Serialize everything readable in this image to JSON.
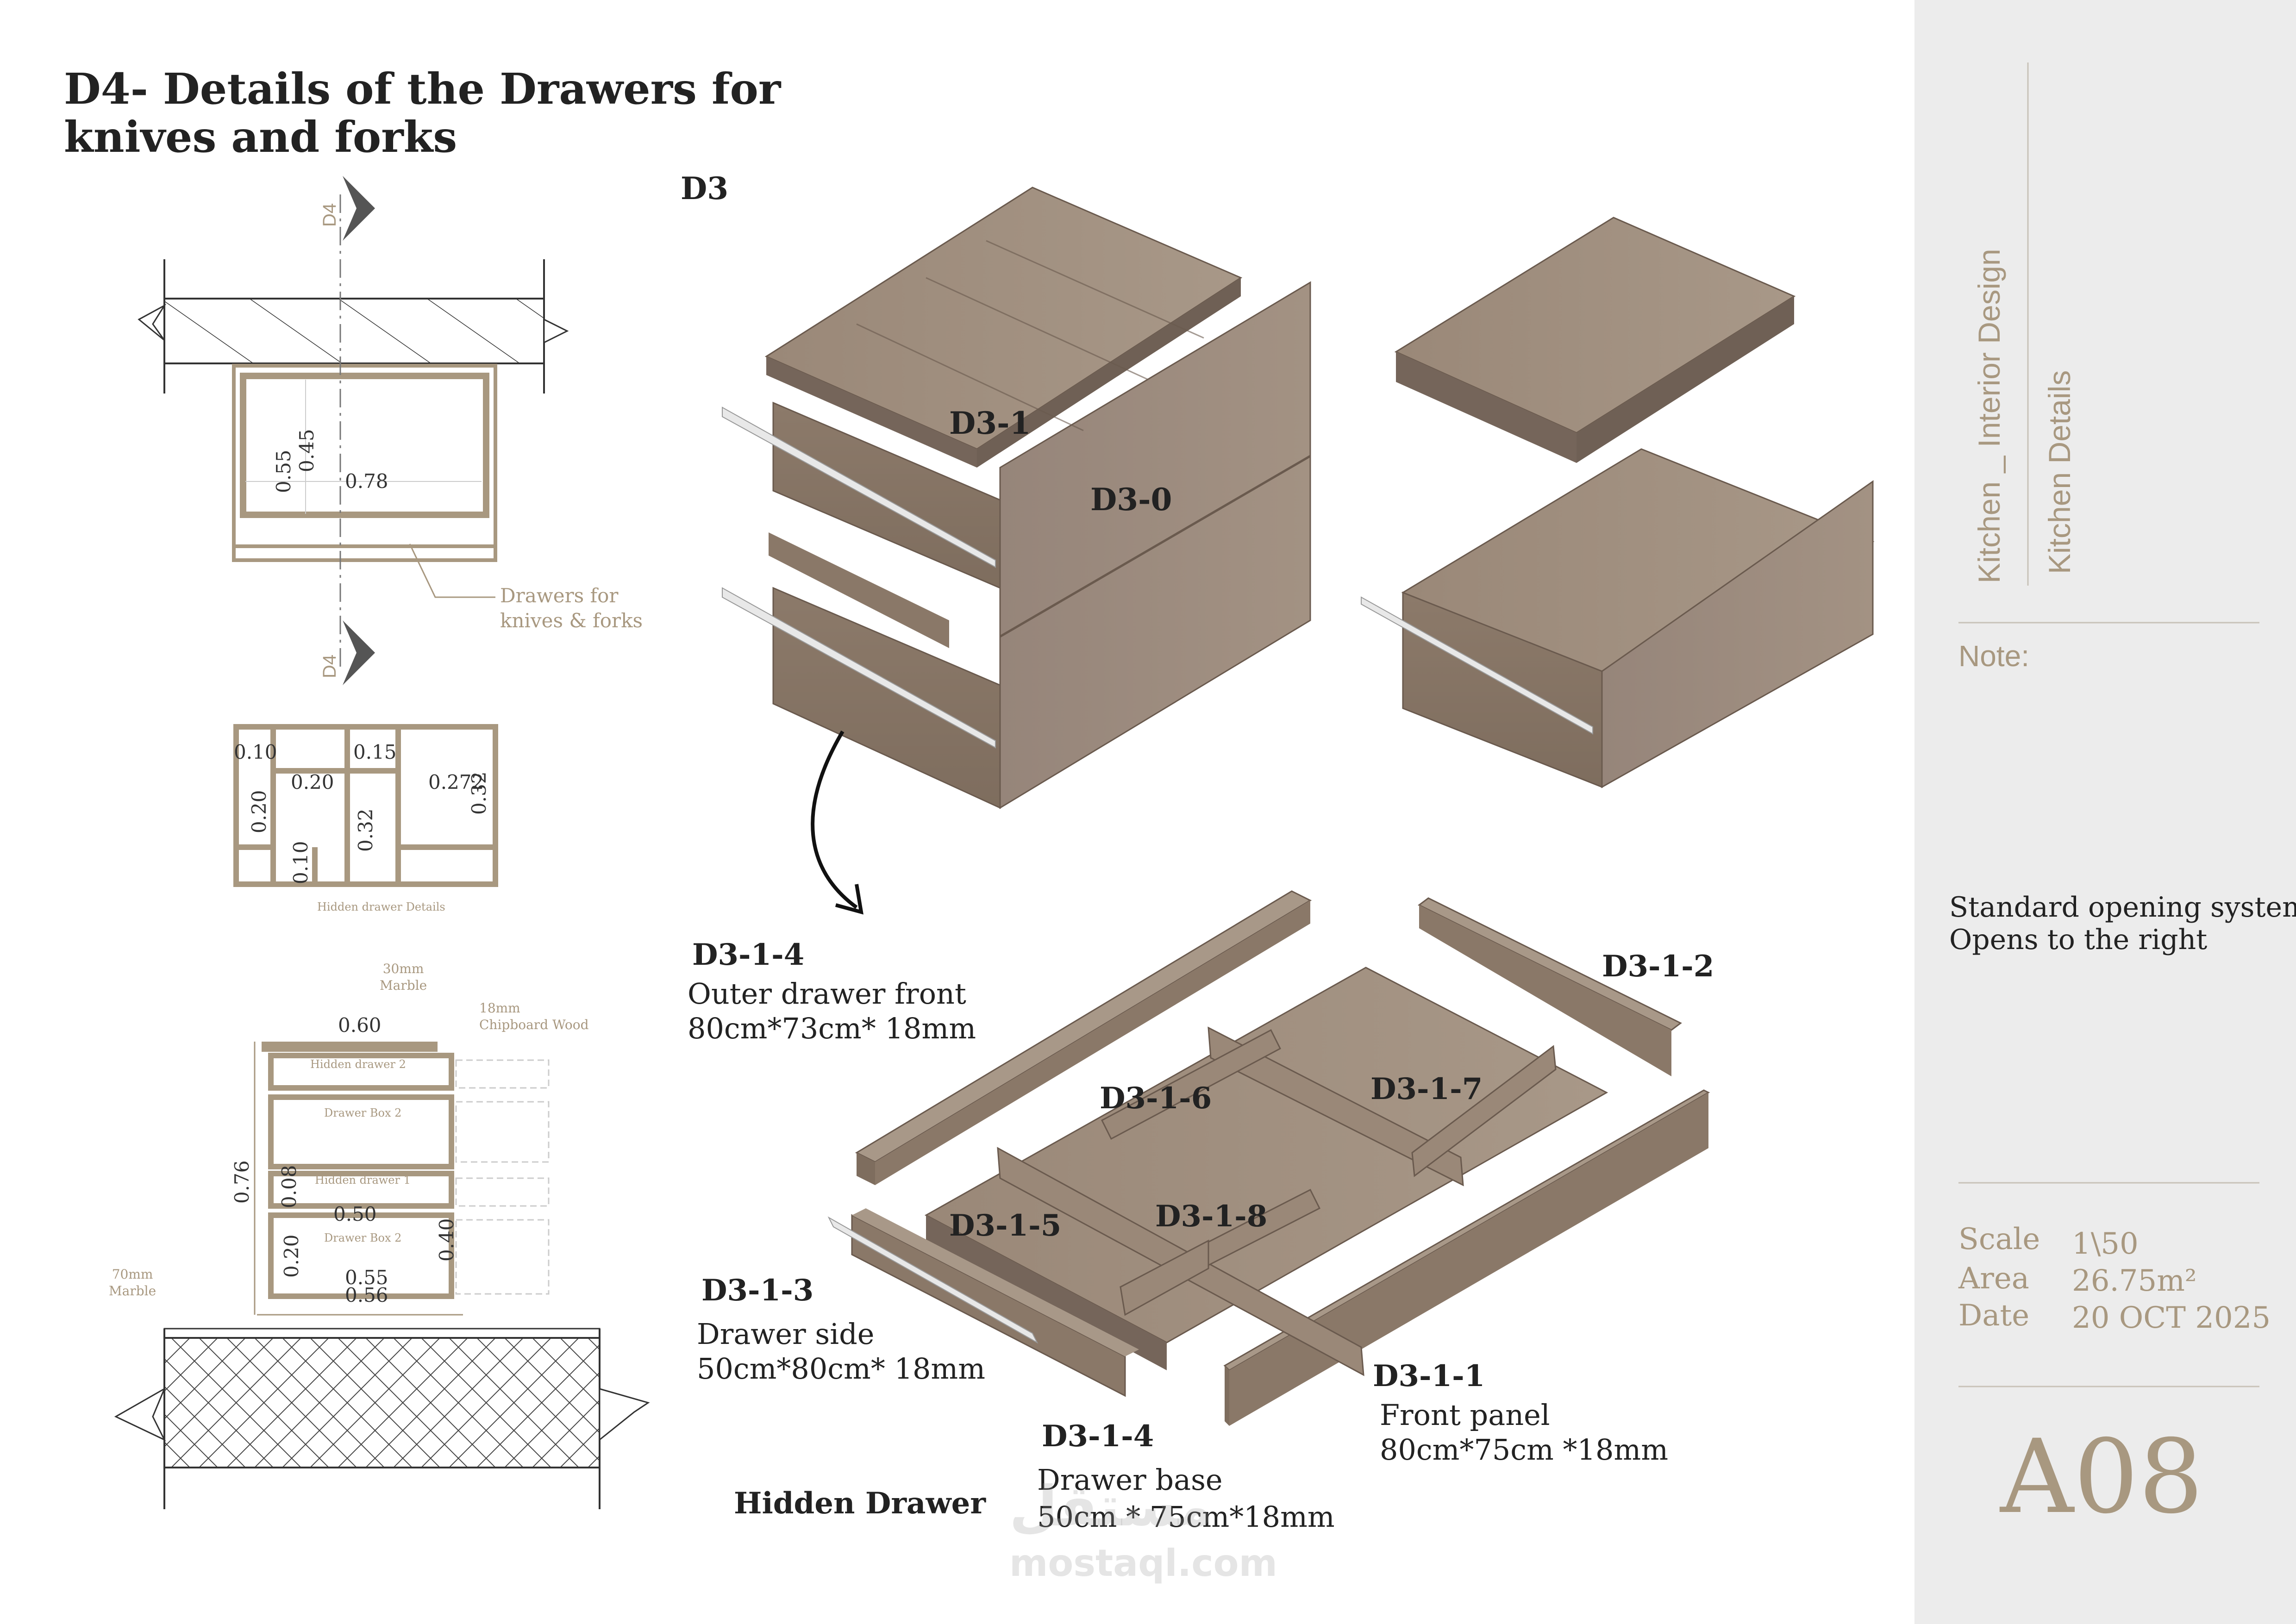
{
  "title": "D4- Details of the Drawers for knives and forks",
  "section_markers": {
    "top": "D4",
    "bottom": "D4"
  },
  "plan_view": {
    "dims": {
      "d055": "0.55",
      "d045": "0.45",
      "d078": "0.78"
    },
    "callout": "Drawers for\nknives & forks"
  },
  "hidden_drawer_plan": {
    "dims": [
      "0.10",
      "0.20",
      "0.15",
      "0.272",
      "0.32",
      "0.20",
      "0.32",
      "0.10"
    ],
    "caption": "Hidden drawer Details"
  },
  "section_view": {
    "marble_top": "30mm\nMarble",
    "chipboard": "18mm\nChipboard Wood",
    "width_top": "0.60",
    "height_total": "0.76",
    "hidden_drawer_2": "Hidden drawer 2",
    "drawer_box_2a": "Drawer  Box 2",
    "hidden_drawer_1": "Hidden drawer 1",
    "drawer_box_2b": "Drawer  Box 2",
    "d008": "0.08",
    "d050": "0.50",
    "d020": "0.20",
    "d040": "0.40",
    "d055": "0.55",
    "d056": "0.56",
    "marble_bottom": "70mm\nMarble"
  },
  "iso_labels": {
    "d3": "D3",
    "d3_1": "D3-1",
    "d3_0": "D3-0"
  },
  "exploded": {
    "d3_1_4_top": {
      "code": "D3-1-4",
      "name": "Outer drawer front",
      "size": "80cm*73cm* 18mm"
    },
    "d3_1_2": {
      "code": "D3-1-2"
    },
    "d3_1_6": {
      "code": "D3-1-6"
    },
    "d3_1_7": {
      "code": "D3-1-7"
    },
    "d3_1_5": {
      "code": "D3-1-5"
    },
    "d3_1_8": {
      "code": "D3-1-8"
    },
    "d3_1_3": {
      "code": "D3-1-3",
      "name": "Drawer side",
      "size": "50cm*80cm* 18mm"
    },
    "d3_1_1": {
      "code": "D3-1-1",
      "name": "Front panel",
      "size": "80cm*75cm *18mm"
    },
    "d3_1_4_bottom": {
      "code": "D3-1-4",
      "name": "Drawer base",
      "size": "50cm * 75cm*18mm"
    },
    "hidden_drawer": "Hidden Drawer"
  },
  "watermark": {
    "arabic": "مستقل",
    "latin": "mostaql.com"
  },
  "sidebar": {
    "project": "Kitchen _ Interior Design",
    "sheet": "Kitchen Details",
    "note_label": "Note:",
    "opening_1": "Standard opening system",
    "opening_2": "Opens to the right",
    "scale_label": "Scale",
    "scale_value": "1\\50",
    "area_label": "Area",
    "area_value": "26.75m²",
    "date_label": "Date",
    "date_value": "20 OCT 2025",
    "sheet_number": "A08"
  },
  "colors": {
    "wood_dark": "#8a7868",
    "wood_light": "#a89888",
    "accent": "#a89880",
    "sidebar_bg": "#ececec"
  }
}
